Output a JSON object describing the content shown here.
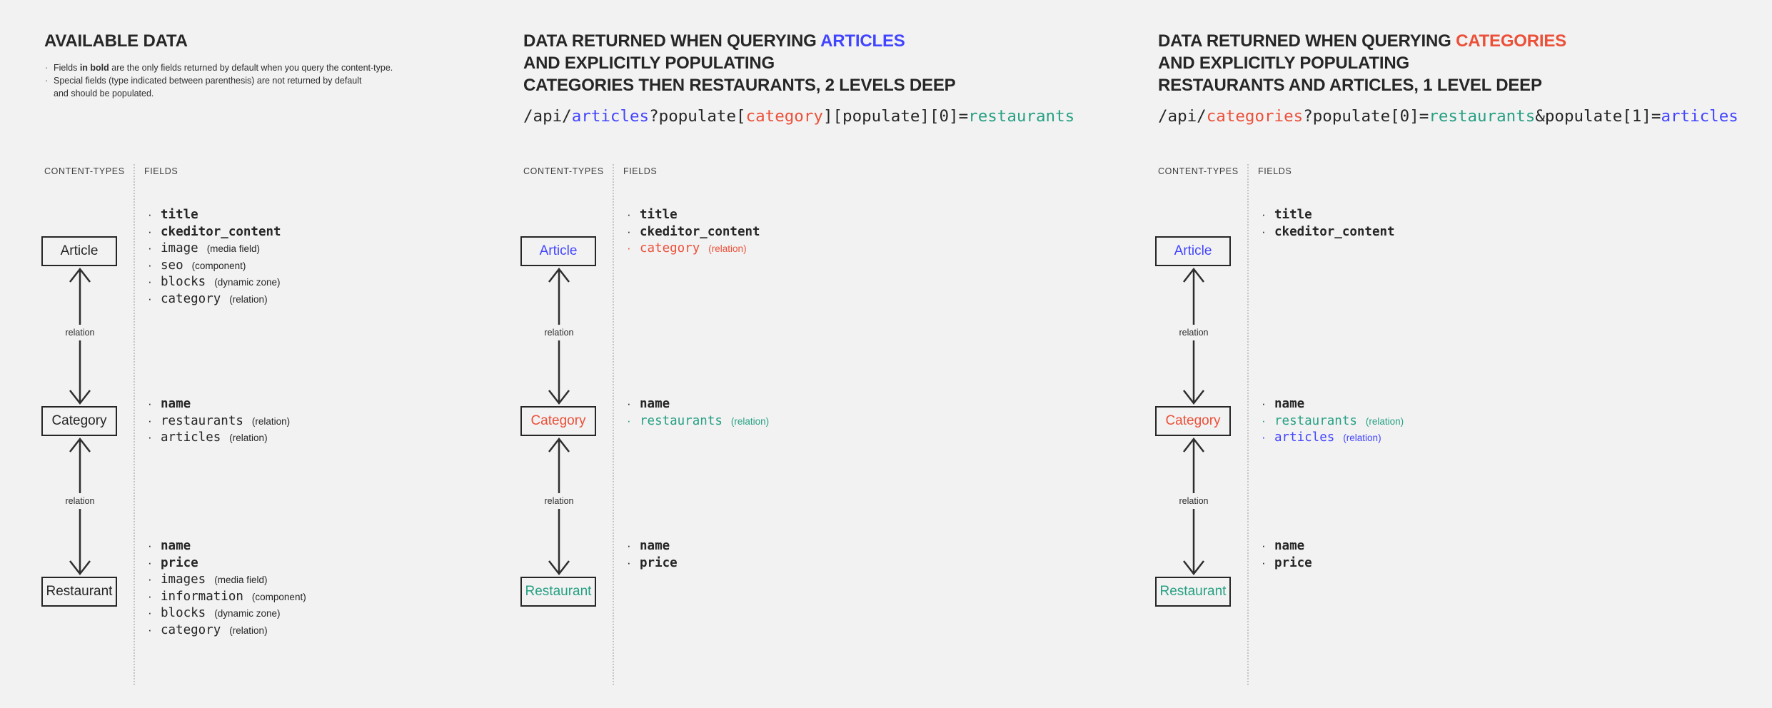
{
  "colors": {
    "background": "#f2f2f2",
    "dark": "#262626",
    "blue": "#4245ff",
    "red": "#ec5039",
    "teal": "#27a083",
    "divider": "#c5c5c5"
  },
  "glyphs": {
    "bullet": "·"
  },
  "columns": [
    {
      "title_lines": [
        {
          "parts": [
            {
              "t": "AVAILABLE DATA",
              "c": "dark"
            }
          ]
        }
      ],
      "notes": [
        {
          "parts": [
            {
              "t": "Fields ",
              "w": "normal"
            },
            {
              "t": "in bold",
              "w": "bold"
            },
            {
              "t": " are the only fields returned by default when you query the content-type.",
              "w": "normal"
            }
          ]
        },
        {
          "parts": [
            {
              "t": "Special fields (type indicated between parenthesis) are not returned by default",
              "w": "normal"
            }
          ]
        },
        {
          "parts": [
            {
              "t": "and should be populated.",
              "w": "normal"
            }
          ]
        }
      ],
      "content_types_label": "CONTENT-TYPES",
      "fields_label": "FIELDS",
      "relation_top": "relation",
      "relation_bottom": "relation",
      "nodes": [
        {
          "label": "Article",
          "label_color": "dark",
          "fields": [
            {
              "name": "title",
              "type": "",
              "c": "dark",
              "w": "bold"
            },
            {
              "name": "ckeditor_content",
              "type": "",
              "c": "dark",
              "w": "bold"
            },
            {
              "name": "image",
              "type": "(media field)",
              "c": "dark",
              "w": "normal"
            },
            {
              "name": "seo",
              "type": "(component)",
              "c": "dark",
              "w": "normal"
            },
            {
              "name": "blocks",
              "type": "(dynamic zone)",
              "c": "dark",
              "w": "normal"
            },
            {
              "name": "category",
              "type": "(relation)",
              "c": "dark",
              "w": "normal"
            }
          ]
        },
        {
          "label": "Category",
          "label_color": "dark",
          "fields": [
            {
              "name": "name",
              "type": "",
              "c": "dark",
              "w": "bold"
            },
            {
              "name": "restaurants",
              "type": "(relation)",
              "c": "dark",
              "w": "normal"
            },
            {
              "name": "articles",
              "type": "(relation)",
              "c": "dark",
              "w": "normal"
            }
          ]
        },
        {
          "label": "Restaurant",
          "label_color": "dark",
          "fields": [
            {
              "name": "name",
              "type": "",
              "c": "dark",
              "w": "bold"
            },
            {
              "name": "price",
              "type": "",
              "c": "dark",
              "w": "bold"
            },
            {
              "name": "images",
              "type": "(media field)",
              "c": "dark",
              "w": "normal"
            },
            {
              "name": "information",
              "type": "(component)",
              "c": "dark",
              "w": "normal"
            },
            {
              "name": "blocks",
              "type": "(dynamic zone)",
              "c": "dark",
              "w": "normal"
            },
            {
              "name": "category",
              "type": "(relation)",
              "c": "dark",
              "w": "normal"
            }
          ]
        }
      ]
    },
    {
      "title_lines": [
        {
          "parts": [
            {
              "t": "DATA RETURNED WHEN QUERYING ",
              "c": "dark"
            },
            {
              "t": "ARTICLES",
              "c": "blue"
            }
          ]
        },
        {
          "parts": [
            {
              "t": "AND EXPLICITLY POPULATING",
              "c": "dark"
            }
          ]
        },
        {
          "parts": [
            {
              "t": "CATEGORIES THEN RESTAURANTS, 2 LEVELS DEEP",
              "c": "dark"
            }
          ]
        }
      ],
      "api_parts": [
        {
          "t": "/api/",
          "c": "dark"
        },
        {
          "t": "articles",
          "c": "blue"
        },
        {
          "t": "?populate[",
          "c": "dark"
        },
        {
          "t": "category",
          "c": "red"
        },
        {
          "t": "][populate][0]=",
          "c": "dark"
        },
        {
          "t": "restaurants",
          "c": "teal"
        }
      ],
      "content_types_label": "CONTENT-TYPES",
      "fields_label": "FIELDS",
      "relation_top": "relation",
      "relation_bottom": "relation",
      "nodes": [
        {
          "label": "Article",
          "label_color": "blue",
          "fields": [
            {
              "name": "title",
              "type": "",
              "c": "dark",
              "w": "bold"
            },
            {
              "name": "ckeditor_content",
              "type": "",
              "c": "dark",
              "w": "bold"
            },
            {
              "name": "category",
              "type": "(relation)",
              "c": "red",
              "w": "normal"
            }
          ]
        },
        {
          "label": "Category",
          "label_color": "red",
          "fields": [
            {
              "name": "name",
              "type": "",
              "c": "dark",
              "w": "bold"
            },
            {
              "name": "restaurants",
              "type": "(relation)",
              "c": "teal",
              "w": "normal"
            }
          ]
        },
        {
          "label": "Restaurant",
          "label_color": "teal",
          "fields": [
            {
              "name": "name",
              "type": "",
              "c": "dark",
              "w": "bold"
            },
            {
              "name": "price",
              "type": "",
              "c": "dark",
              "w": "bold"
            }
          ]
        }
      ]
    },
    {
      "title_lines": [
        {
          "parts": [
            {
              "t": "DATA RETURNED WHEN QUERYING ",
              "c": "dark"
            },
            {
              "t": "CATEGORIES",
              "c": "red"
            }
          ]
        },
        {
          "parts": [
            {
              "t": "AND EXPLICITLY POPULATING",
              "c": "dark"
            }
          ]
        },
        {
          "parts": [
            {
              "t": "RESTAURANTS AND ARTICLES, 1 LEVEL DEEP",
              "c": "dark"
            }
          ]
        }
      ],
      "api_parts": [
        {
          "t": "/api/",
          "c": "dark"
        },
        {
          "t": "categories",
          "c": "red"
        },
        {
          "t": "?populate[0]=",
          "c": "dark"
        },
        {
          "t": "restaurants",
          "c": "teal"
        },
        {
          "t": "&populate[1]=",
          "c": "dark"
        },
        {
          "t": "articles",
          "c": "blue"
        }
      ],
      "content_types_label": "CONTENT-TYPES",
      "fields_label": "FIELDS",
      "relation_top": "relation",
      "relation_bottom": "relation",
      "nodes": [
        {
          "label": "Article",
          "label_color": "blue",
          "fields": [
            {
              "name": "title",
              "type": "",
              "c": "dark",
              "w": "bold"
            },
            {
              "name": "ckeditor_content",
              "type": "",
              "c": "dark",
              "w": "bold"
            }
          ]
        },
        {
          "label": "Category",
          "label_color": "red",
          "fields": [
            {
              "name": "name",
              "type": "",
              "c": "dark",
              "w": "bold"
            },
            {
              "name": "restaurants",
              "type": "(relation)",
              "c": "teal",
              "w": "normal"
            },
            {
              "name": "articles",
              "type": "(relation)",
              "c": "blue",
              "w": "normal"
            }
          ]
        },
        {
          "label": "Restaurant",
          "label_color": "teal",
          "fields": [
            {
              "name": "name",
              "type": "",
              "c": "dark",
              "w": "bold"
            },
            {
              "name": "price",
              "type": "",
              "c": "dark",
              "w": "bold"
            }
          ]
        }
      ]
    }
  ]
}
